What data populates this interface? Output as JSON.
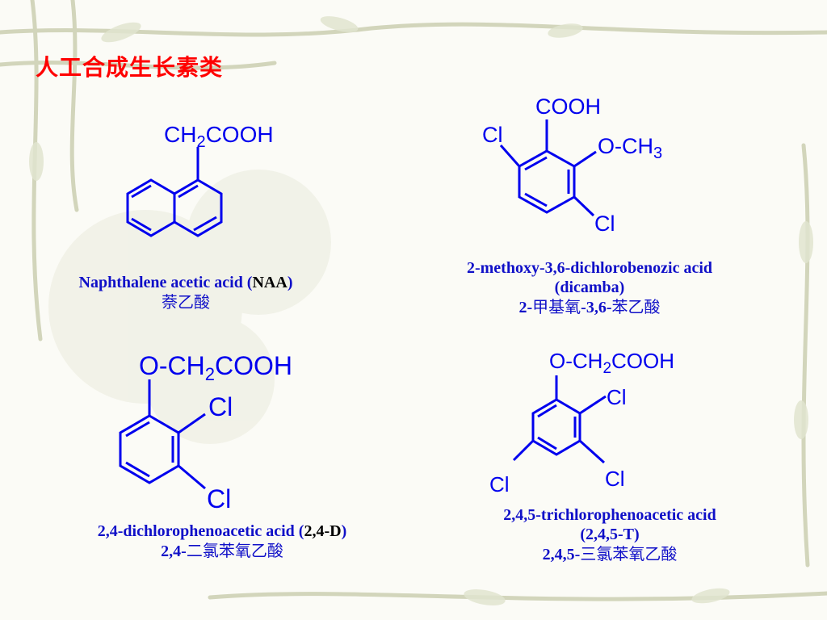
{
  "title": "人工合成生长素类",
  "colors": {
    "title": "#ff0000",
    "structure": "#0000ee",
    "caption": "#1010c8",
    "background_vine": "#c9cdb0"
  },
  "naa": {
    "group": "CH",
    "sub": "2",
    "tail": "COOH",
    "caption_pre": "Naphthalene acetic acid (",
    "caption_abbr": "NAA",
    "caption_post": ")",
    "caption_cn": "萘乙酸"
  },
  "dicamba": {
    "cooh": "COOH",
    "cl_top": "Cl",
    "ome_pre": "O-CH",
    "ome_sub": "3",
    "cl_bottom": "Cl",
    "caption_line1": "2-methoxy-3,6-dichlorobenozic acid",
    "caption_line2": "(dicamba)",
    "caption_line3_pre": "2-",
    "caption_line3_cn1": "甲基氧",
    "caption_line3_mid": "-3,6-",
    "caption_line3_cn2": "苯乙酸"
  },
  "d24": {
    "group": "O-CH",
    "sub": "2",
    "tail": "COOH",
    "cl_top": "Cl",
    "cl_bottom": "Cl",
    "caption_pre": "2,4-dichlorophenoacetic acid (",
    "caption_abbr": "2,4-D",
    "caption_post": ")",
    "caption2_pre": "2,4-",
    "caption2_cn": "二氯苯氧乙酸"
  },
  "t245": {
    "group": "O-CH",
    "sub": "2",
    "tail": "COOH",
    "cl_top": "Cl",
    "cl_mid": "Cl",
    "cl_left": "Cl",
    "caption_line1": "2,4,5-trichlorophenoacetic acid",
    "caption_line2": "(2,4,5-T)",
    "caption_line3_pre": "2,4,5-",
    "caption_line3_cn": "三氯苯氧乙酸"
  }
}
